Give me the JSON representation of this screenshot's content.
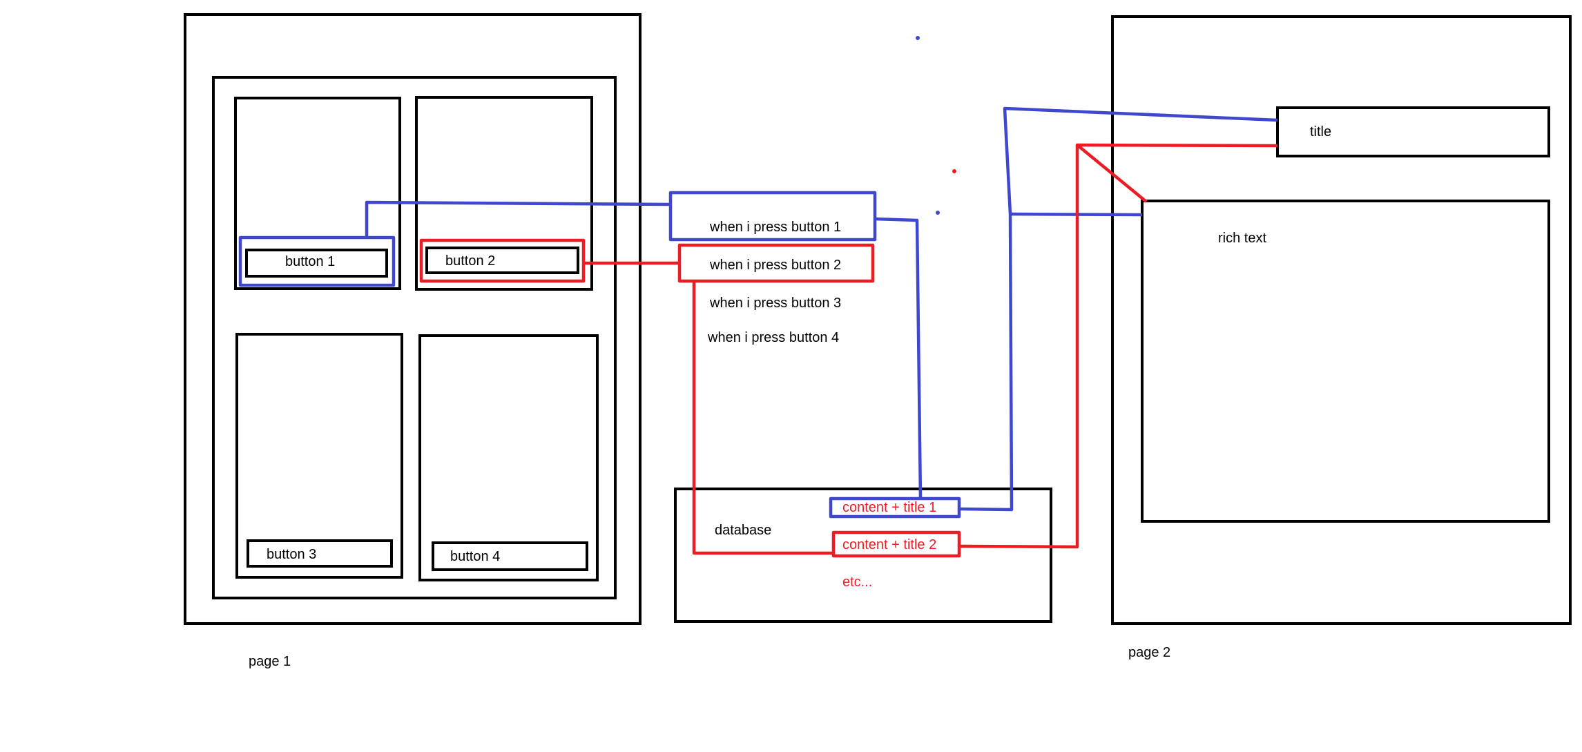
{
  "page1": {
    "label": "page 1",
    "buttons": [
      "button 1",
      "button 2",
      "button 3",
      "button 4"
    ]
  },
  "actions": [
    "when i press button 1",
    "when i press button 2",
    "when i press button 3",
    "when i press button 4"
  ],
  "database": {
    "label": "database",
    "entries": [
      "content + title 1",
      "content + title 2"
    ],
    "more": "etc..."
  },
  "page2": {
    "label": "page 2",
    "title": "title",
    "rich_text": "rich text"
  },
  "colors": {
    "blue": "#3f48cc",
    "red": "#ed1c24",
    "black": "#000000"
  }
}
